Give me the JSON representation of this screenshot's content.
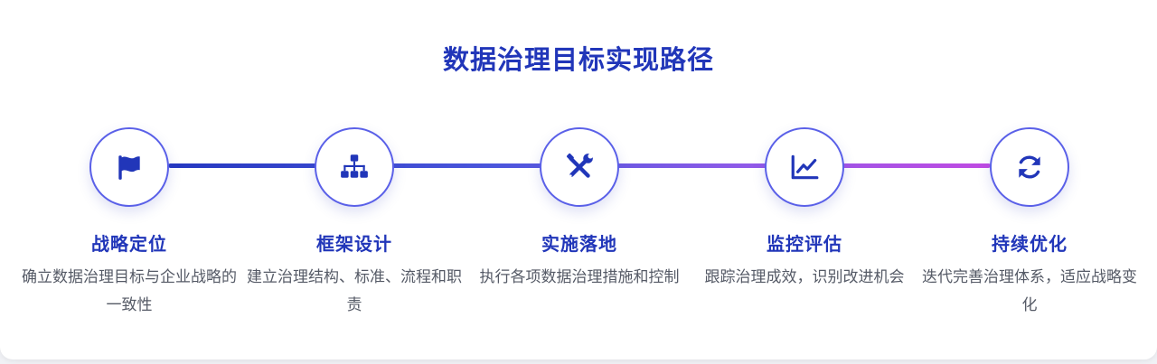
{
  "title": "数据治理目标实现路径",
  "colors": {
    "accent": "#2136b9",
    "circle_border": "#5a60e8",
    "line_start": "#2538c0",
    "line_end": "#c04ae2",
    "desc_text": "#555a66"
  },
  "steps": [
    {
      "icon": "flag-icon",
      "title": "战略定位",
      "description": "确立数据治理目标与企业战略的一致性"
    },
    {
      "icon": "sitemap-icon",
      "title": "框架设计",
      "description": "建立治理结构、标准、流程和职责"
    },
    {
      "icon": "tools-icon",
      "title": "实施落地",
      "description": "执行各项数据治理措施和控制"
    },
    {
      "icon": "chart-line-icon",
      "title": "监控评估",
      "description": "跟踪治理成效，识别改进机会"
    },
    {
      "icon": "sync-icon",
      "title": "持续优化",
      "description": "迭代完善治理体系，适应战略变化"
    }
  ]
}
